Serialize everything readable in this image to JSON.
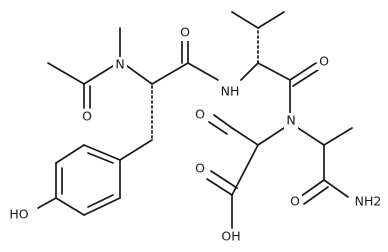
{
  "molecule": {
    "atom_labels": {
      "n_methyl": "N",
      "o_acetyl": "O",
      "o_tyr_carbonyl": "O",
      "nh_amide": "NH",
      "o_val_carbonyl": "O",
      "n_tertiary": "N",
      "o_aldehyde": "O",
      "ho_phenol": "HO",
      "oh_acid": "OH",
      "o_acid": "O",
      "o_amide": "O",
      "nh2_amide": "NH2"
    }
  }
}
